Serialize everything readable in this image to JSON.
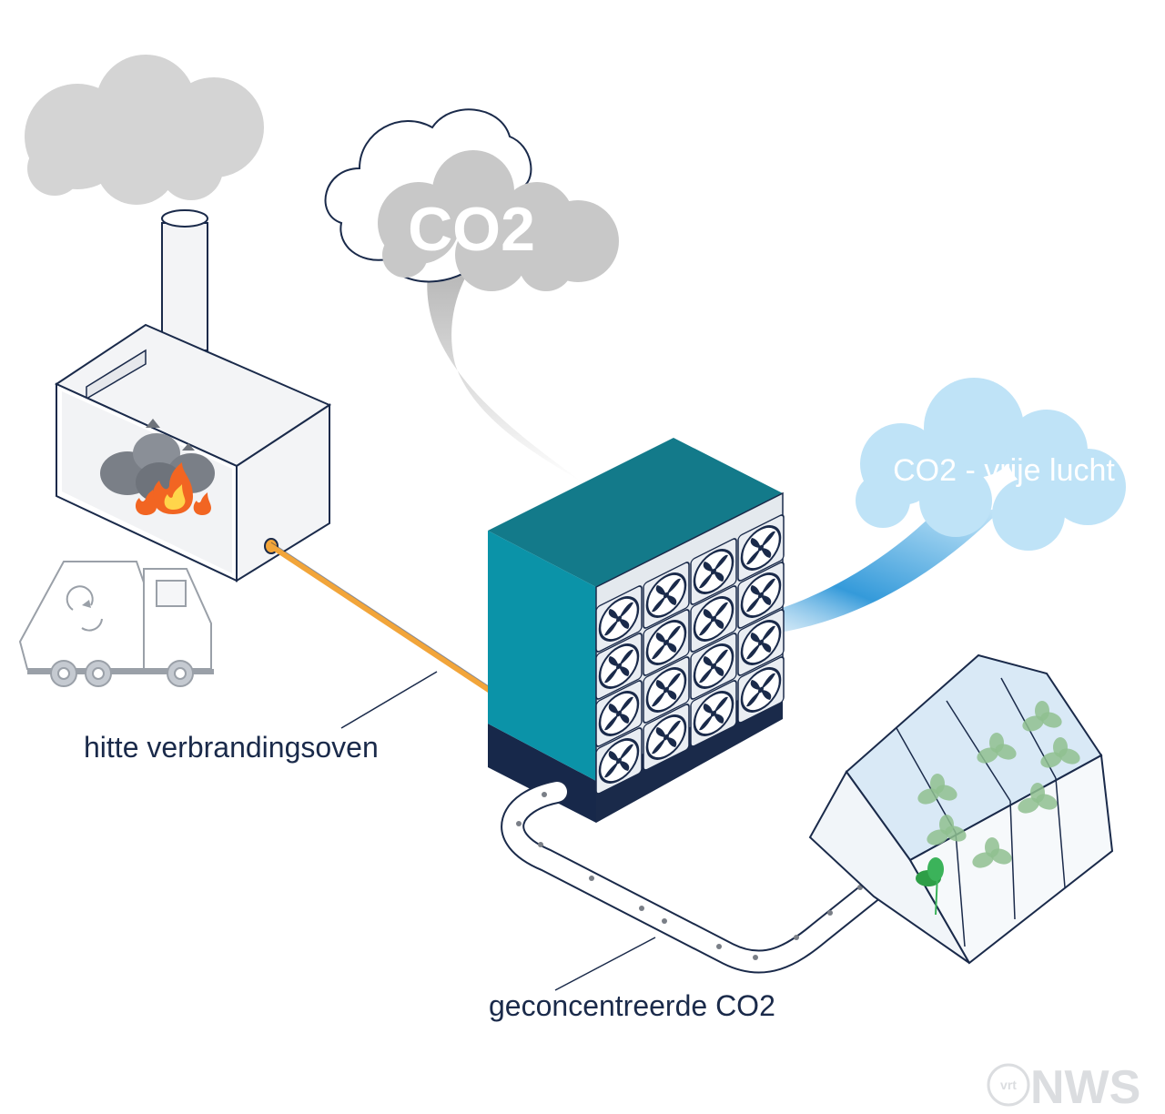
{
  "labels": {
    "co2_cloud": "CO2",
    "clean_air_cloud": "CO2 - vrije lucht",
    "heat": "hitte verbrandingsoven",
    "concentrated": "geconcentreerde CO2"
  },
  "logo": {
    "small": "vrt",
    "big": "NWS"
  },
  "colors": {
    "navy": "#1a2a4a",
    "teal": "#0b93a8",
    "teal_dark": "#137a8a",
    "base": "#17284a",
    "orange_pipe": "#f2a53a",
    "smoke_gray": "#d3d3d3",
    "co2_gray": "#c8c8c8",
    "sky_blue": "#bfe3f7"
  }
}
